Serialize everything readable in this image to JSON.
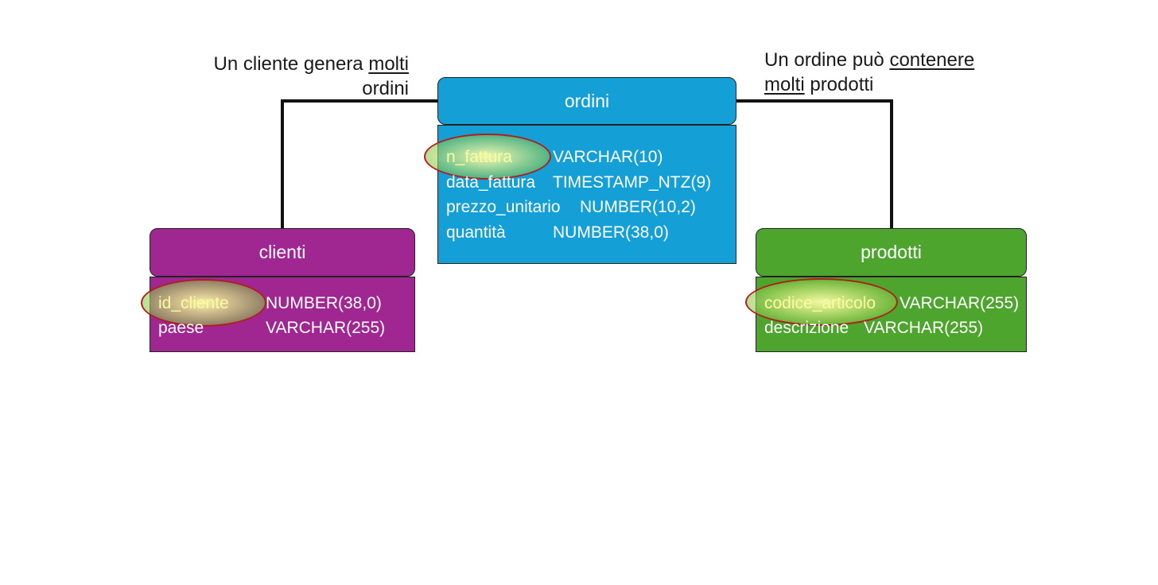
{
  "notes": {
    "left": {
      "pre": "Un cliente genera ",
      "underlined": "molti",
      "post": "ordini"
    },
    "right": {
      "pre": "Un ordine può ",
      "underlined1": "contenere",
      "underlined2": "molti",
      "post": " prodotti"
    }
  },
  "colors": {
    "ordini": "#149fd6",
    "clienti": "#a02791",
    "prodotti": "#4ea52e",
    "key_highlight": "#f6fba0",
    "key_outline": "#b11e1e"
  },
  "entities": {
    "ordini": {
      "title": "ordini",
      "fields": [
        {
          "name": "n_fattura",
          "type": "VARCHAR(10)",
          "key": true
        },
        {
          "name": "data_fattura",
          "type": "TIMESTAMP_NTZ(9)"
        },
        {
          "name": "prezzo_unitario",
          "type": "NUMBER(10,2)"
        },
        {
          "name": "quantità",
          "type": "NUMBER(38,0)"
        }
      ]
    },
    "clienti": {
      "title": "clienti",
      "fields": [
        {
          "name": "id_cliente",
          "type": "NUMBER(38,0)",
          "key": true
        },
        {
          "name": "paese",
          "type": "VARCHAR(255)"
        }
      ]
    },
    "prodotti": {
      "title": "prodotti",
      "fields": [
        {
          "name": "codice_articolo",
          "type": "VARCHAR(255)",
          "key": true
        },
        {
          "name": "descrizione",
          "type": "VARCHAR(255)"
        }
      ]
    }
  }
}
